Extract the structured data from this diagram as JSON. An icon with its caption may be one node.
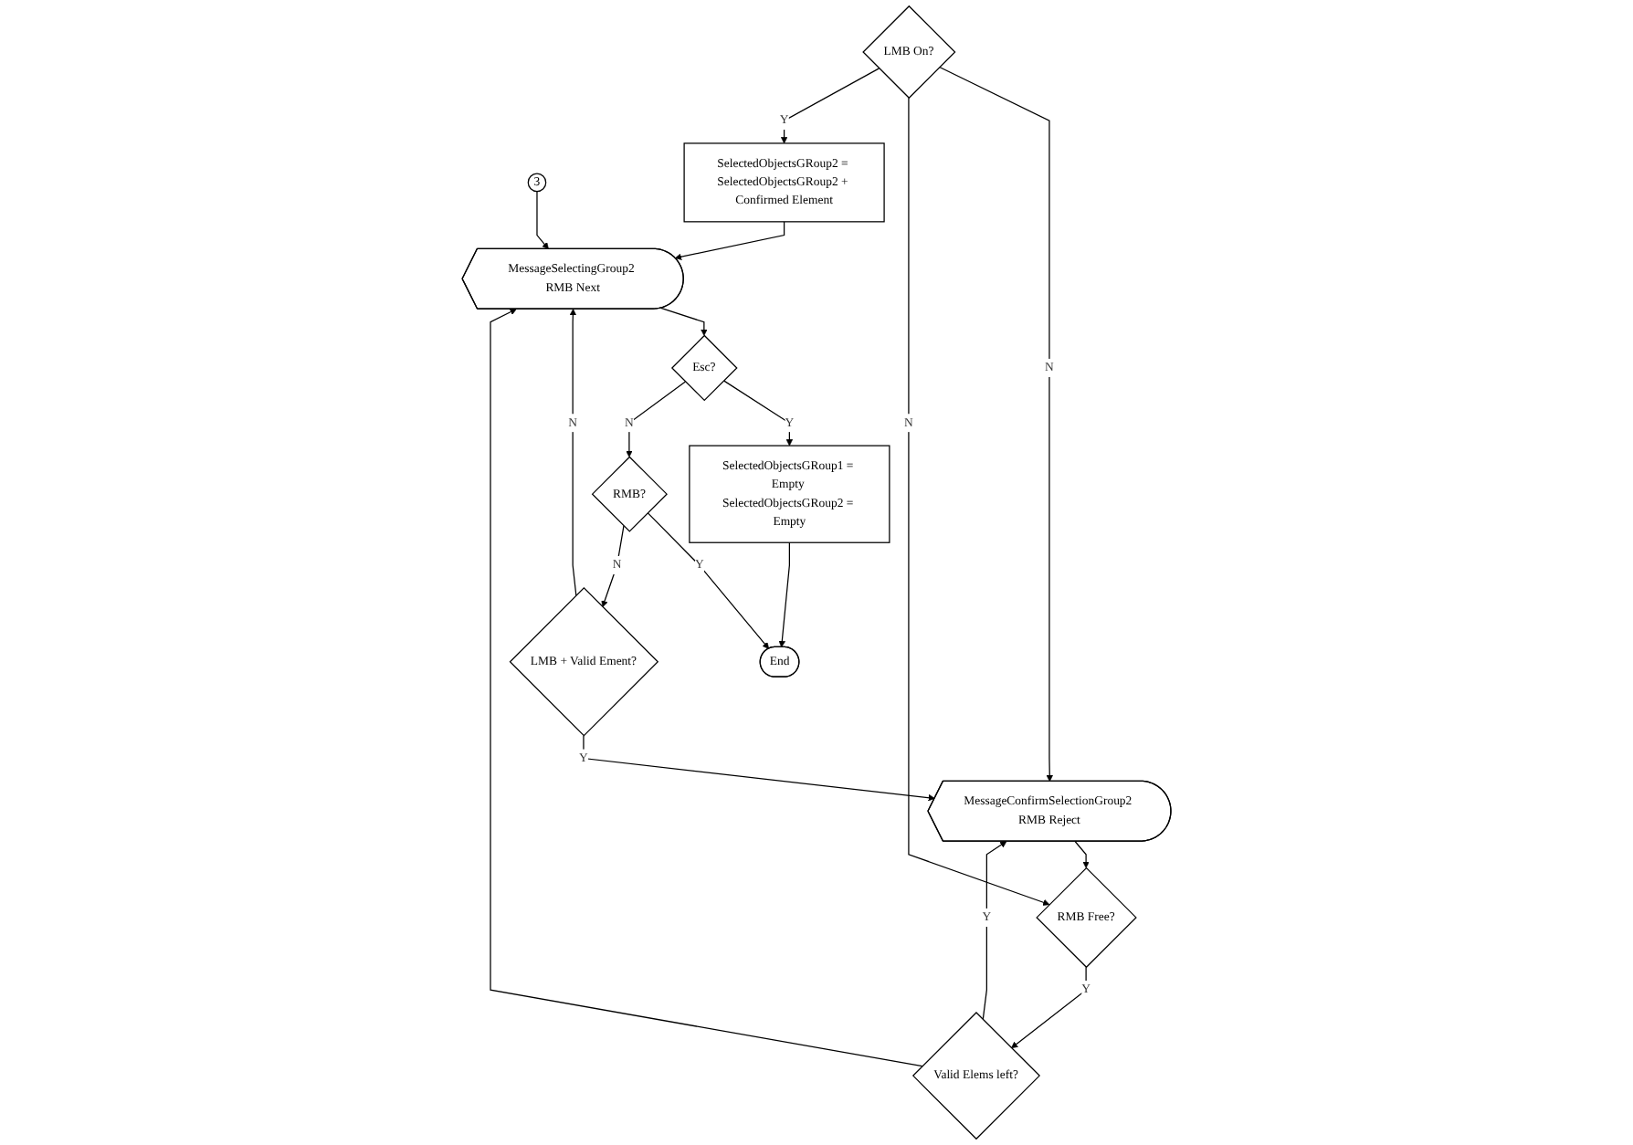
{
  "diagram": {
    "nodes": [
      {
        "text": [
          "3"
        ]
      },
      {
        "text": [
          "MessageSelectingGroup2 RMB Next"
        ]
      },
      {
        "text": [
          "LMB + Valid Ement?"
        ]
      },
      {
        "text": [
          "RMB?"
        ]
      },
      {
        "text": [
          "Esc?"
        ]
      },
      {
        "text": [
          "SelectedObjectsGRoup1 = Empty SelectedObjectsGRoup2 = Empty"
        ]
      },
      {
        "text": [
          "End"
        ]
      },
      {
        "text": [
          "MessageConfirmSelectionGroup2 RMB Reject"
        ]
      },
      {
        "text": [
          "Valid Elems left?"
        ]
      },
      {
        "text": [
          "RMB Free?"
        ]
      },
      {
        "text": [
          "LMB On?"
        ]
      },
      {
        "text": [
          "SelectedObjectsGRoup2 = SelectedObjectsGRoup2 + Confirmed Element"
        ]
      }
    ],
    "edges": [
      {
        "from": 0,
        "to": 1,
        "arrow": "to"
      },
      {
        "from": 1,
        "to": 4,
        "arrow": "to"
      },
      {
        "from": 4,
        "to": 5,
        "arrow": "to",
        "label": "Y"
      },
      {
        "from": 4,
        "to": 3,
        "arrow": "to",
        "label": "N"
      },
      {
        "from": 5,
        "to": 6,
        "arrow": "to"
      },
      {
        "from": 3,
        "to": 6,
        "arrow": "to",
        "label": "Y"
      },
      {
        "from": 3,
        "to": 2,
        "arrow": "to",
        "label": "N"
      },
      {
        "from": 2,
        "to": 1,
        "arrow": "to",
        "label": "N"
      },
      {
        "from": 2,
        "to": 7,
        "arrow": "to",
        "label": "Y"
      },
      {
        "from": 7,
        "to": 9,
        "arrow": "to"
      },
      {
        "from": 10,
        "to": 7,
        "arrow": "to",
        "label": "N"
      },
      {
        "from": 10,
        "to": 9,
        "arrow": "to",
        "label": "N"
      },
      {
        "from": 10,
        "to": 11,
        "arrow": "to",
        "label": "Y"
      },
      {
        "from": 9,
        "to": 8,
        "arrow": "to",
        "label": "Y"
      },
      {
        "from": 8,
        "to": 7,
        "arrow": "to",
        "label": "Y"
      },
      {
        "from": 8,
        "to": 1,
        "arrow": "to"
      },
      {
        "from": 11,
        "to": 1,
        "arrow": "to"
      }
    ]
  }
}
